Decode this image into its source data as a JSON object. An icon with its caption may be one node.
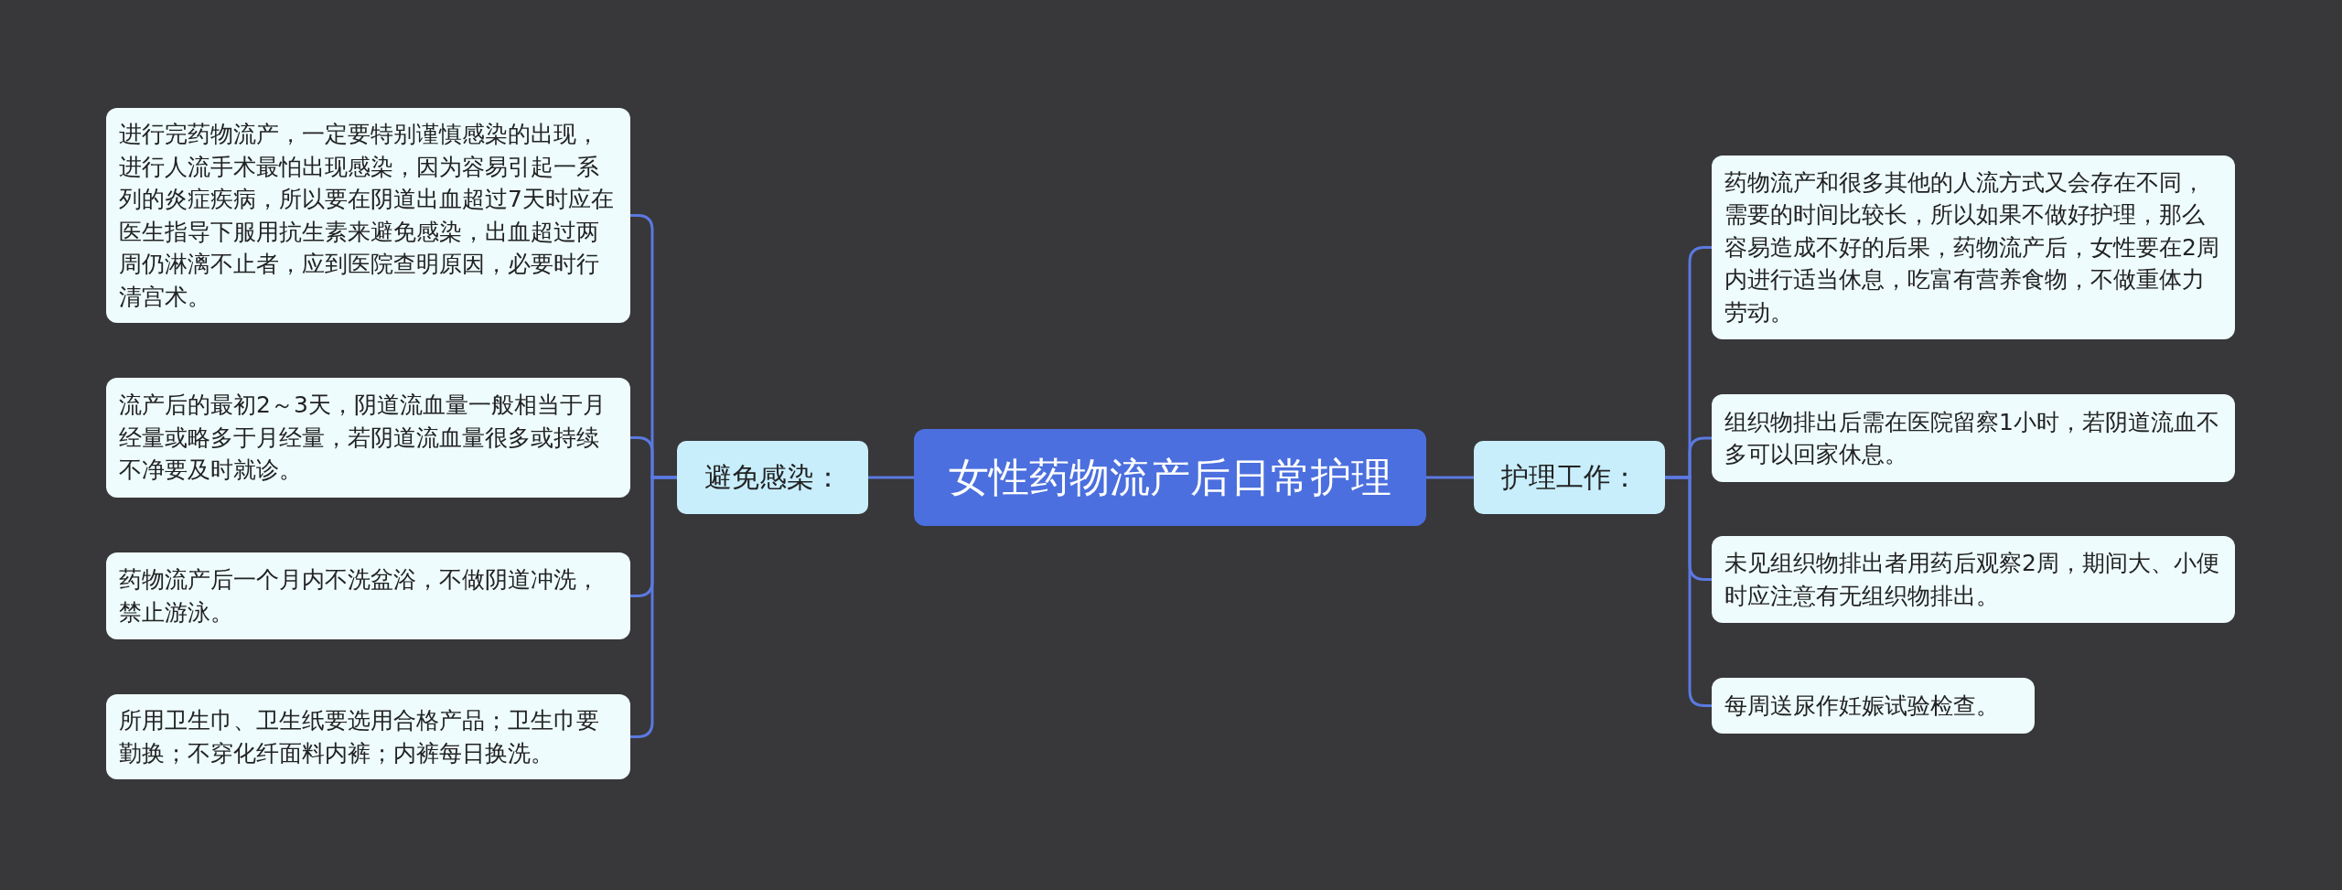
{
  "diagram": {
    "nodes": [
      {
        "text": [
          "女性药物流产后日常护理"
        ]
      },
      {
        "text": [
          "避免感染："
        ]
      },
      {
        "text": [
          "进行完药物流产，一定要特别谨慎感染的出现，进行人流手术最怕出现感染，因为容易引起一系列的炎症疾病，所以要在阴道出血超过7天时应在医生指导下服用抗生素来避免感染，出血超过两周仍淋漓不止者，应到医院查明原因，必要时行清宫术。"
        ]
      },
      {
        "text": [
          "流产后的最初2～3天，阴道流血量一般相当于月经量或略多于月经量，若阴道流血量很多或持续不净要及时就诊。"
        ]
      },
      {
        "text": [
          "药物流产后一个月内不洗盆浴，不做阴道冲洗，禁止游泳。"
        ]
      },
      {
        "text": [
          "所用卫生巾、卫生纸要选用合格产品；卫生巾要勤换；不穿化纤面料内裤；内裤每日换洗。"
        ]
      },
      {
        "text": [
          "护理工作："
        ]
      },
      {
        "text": [
          "药物流产和很多其他的人流方式又会存在不同，需要的时间比较长，所以如果不做好护理，那么容易造成不好的后果，药物流产后，女性要在2周内进行适当休息，吃富有营养食物，不做重体力劳动。"
        ]
      },
      {
        "text": [
          "组织物排出后需在医院留察1小时，若阴道流血不多可以回家休息。"
        ]
      },
      {
        "text": [
          "未见组织物排出者用药后观察2周，期间大、小便时应注意有无组织物排出。"
        ]
      },
      {
        "text": [
          "每周送尿作妊娠试验检查。"
        ]
      }
    ],
    "edges": [
      {
        "from": 0,
        "to": 1,
        "arrow": "none"
      },
      {
        "from": 1,
        "to": 2,
        "arrow": "none"
      },
      {
        "from": 1,
        "to": 3,
        "arrow": "none"
      },
      {
        "from": 1,
        "to": 4,
        "arrow": "none"
      },
      {
        "from": 1,
        "to": 5,
        "arrow": "none"
      },
      {
        "from": 0,
        "to": 6,
        "arrow": "none"
      },
      {
        "from": 6,
        "to": 7,
        "arrow": "none"
      },
      {
        "from": 6,
        "to": 8,
        "arrow": "none"
      },
      {
        "from": 6,
        "to": 9,
        "arrow": "none"
      },
      {
        "from": 6,
        "to": 10,
        "arrow": "none"
      }
    ]
  }
}
